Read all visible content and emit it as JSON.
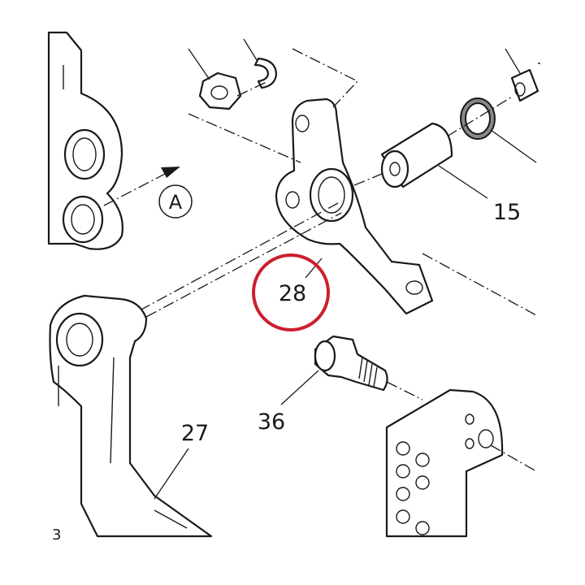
{
  "callouts": {
    "part_15": "15",
    "part_28": "28",
    "part_36": "36",
    "part_27": "27",
    "view_a": "A",
    "edge_mark": "3"
  },
  "colors": {
    "highlight_ring": "#cc1f2d",
    "ink": "#1a1a1a"
  }
}
